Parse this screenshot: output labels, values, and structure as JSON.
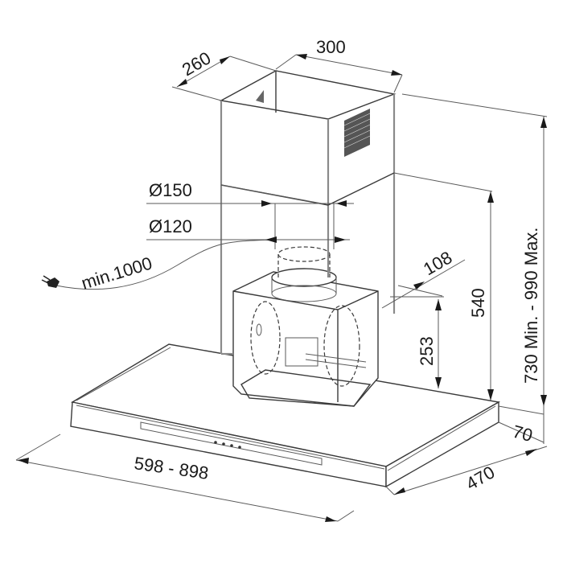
{
  "diagram": {
    "subject": "Chimney cooker hood dimension drawing",
    "units": "mm",
    "colors": {
      "line": "#3a3a3a",
      "text": "#1a1a1a",
      "background": "#ffffff",
      "vent_grille": "#555555"
    },
    "dimensions": {
      "chimney_depth": "260",
      "chimney_width": "300",
      "outlet_diameter_large": "Ø150",
      "outlet_diameter_small": "Ø120",
      "cable_length": "min.1000",
      "outlet_offset": "108",
      "motor_height": "253",
      "chimney_lower_height": "540",
      "total_height": "730 Min. - 990 Max.",
      "canopy_thickness": "70",
      "canopy_depth": "470",
      "canopy_width": "598 - 898"
    },
    "icons": {
      "power_plug": "plug-icon"
    }
  }
}
